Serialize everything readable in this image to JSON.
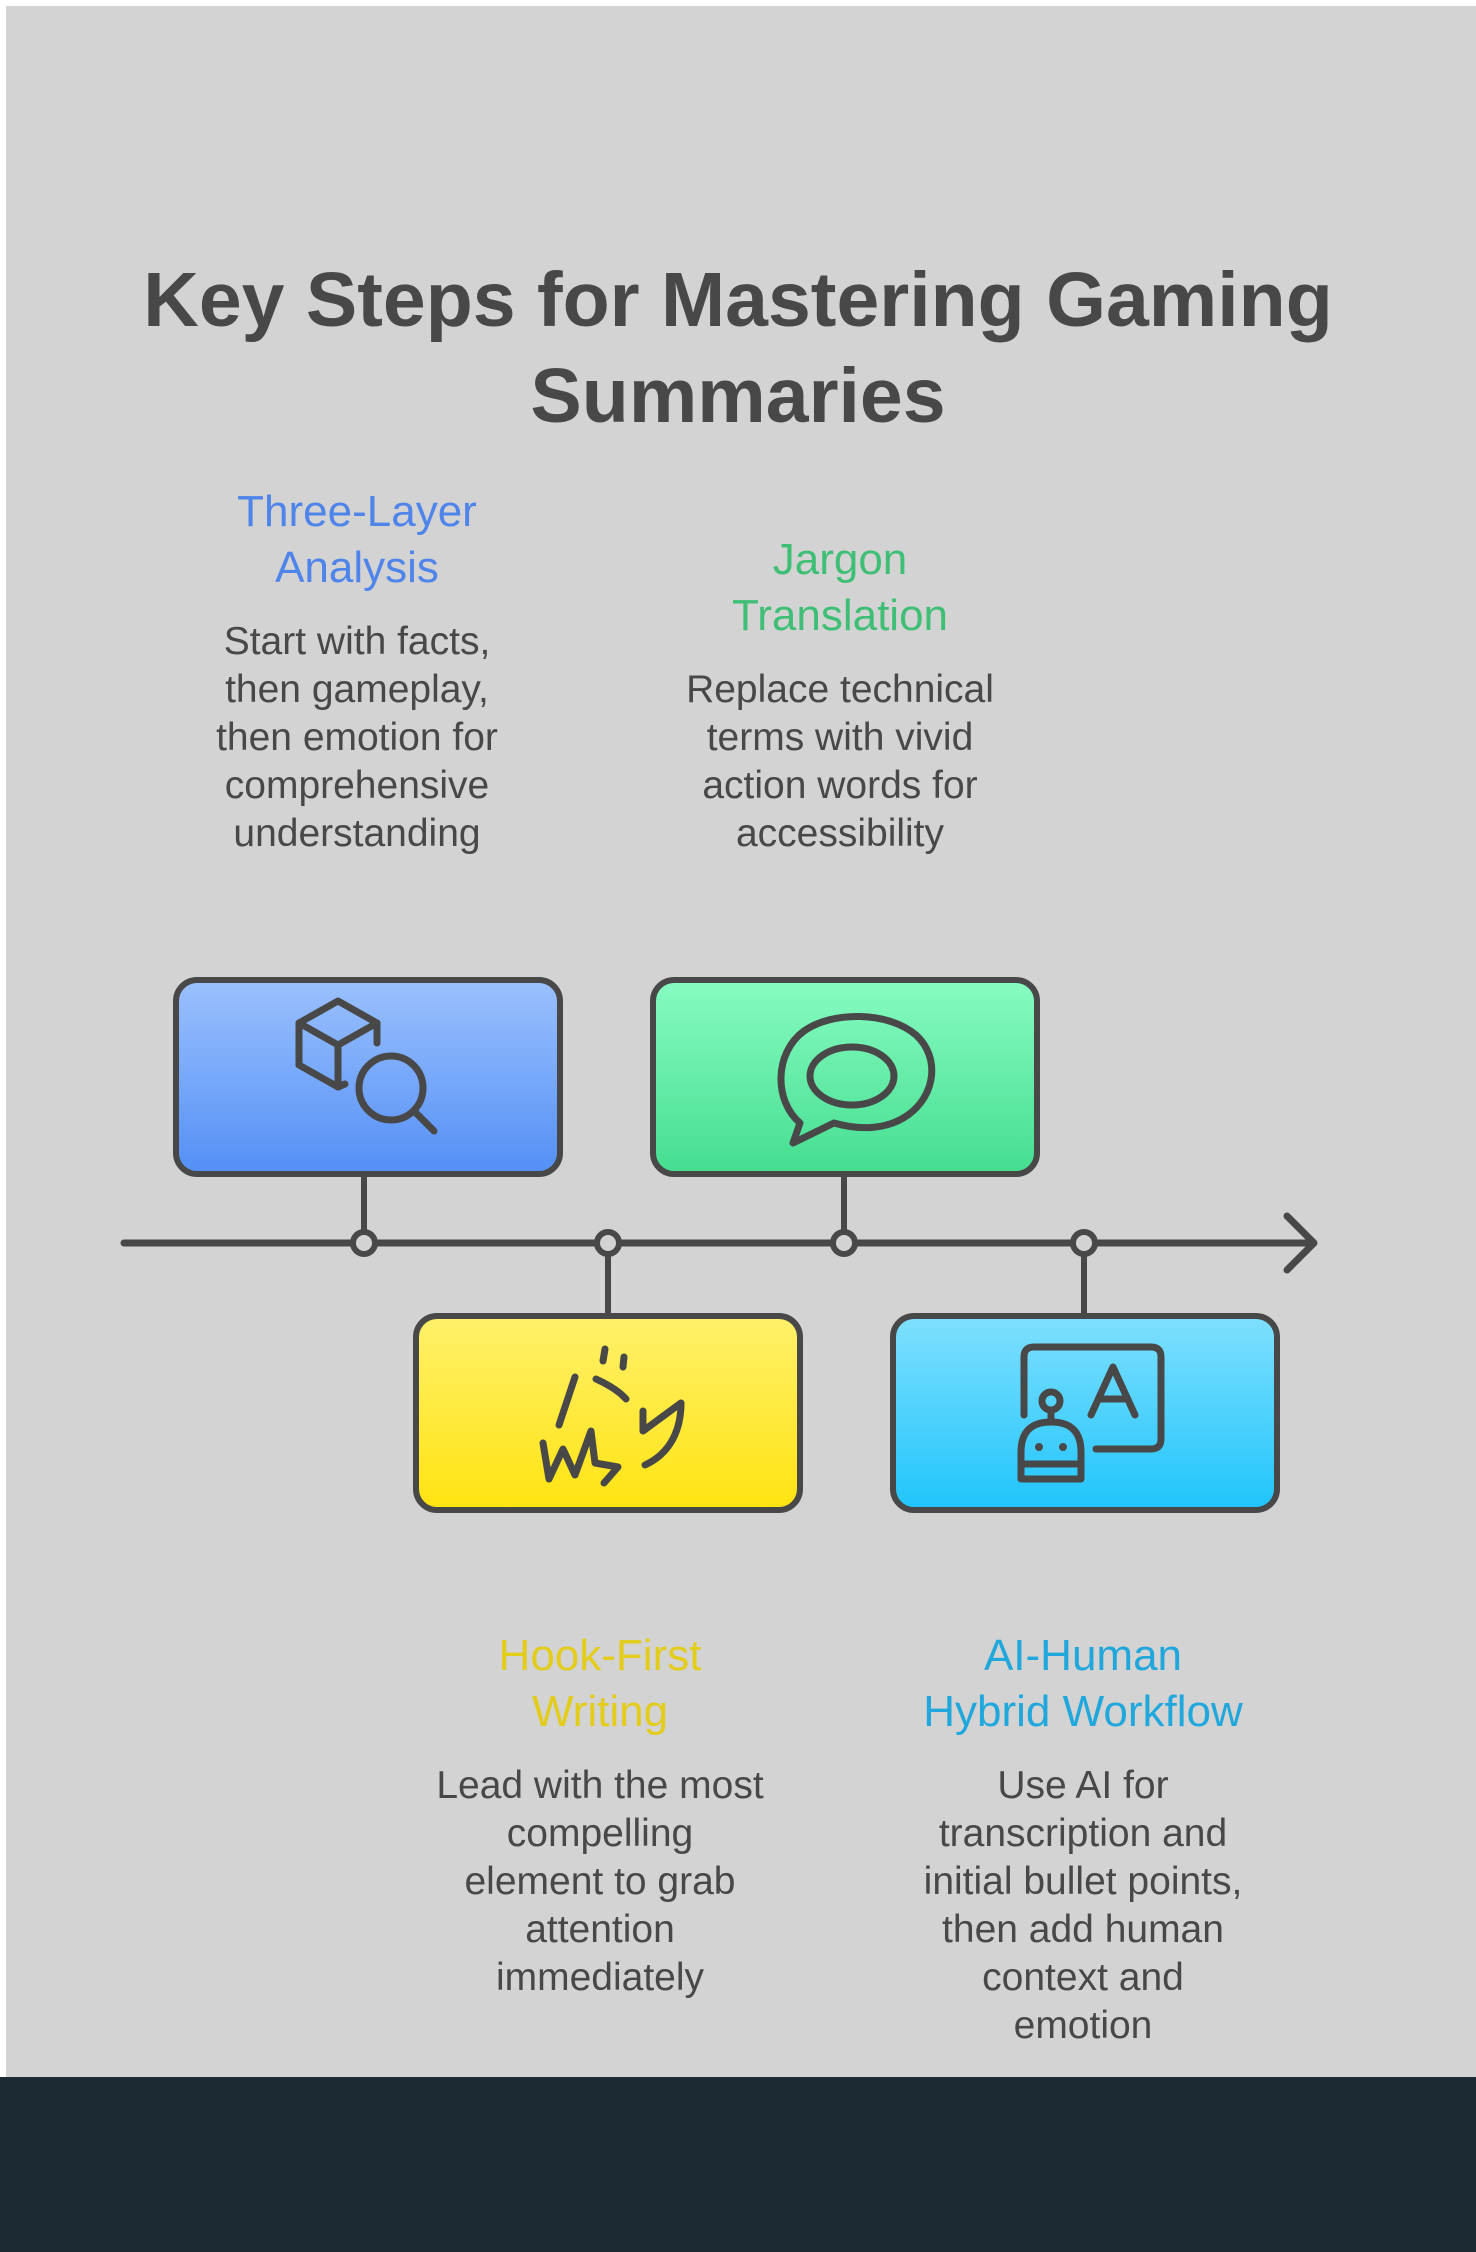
{
  "title": {
    "lines": [
      "Key Steps for Mastering Gaming",
      "Summaries"
    ]
  },
  "colors": {
    "background": "#d3d3d3",
    "text": "#484848",
    "outline": "#484848",
    "footer": "#1b2a33",
    "step1_accent": "#4f84ea",
    "step2_accent": "#3fbf76",
    "step3_accent": "#e3cc1a",
    "step4_accent": "#20a7dc"
  },
  "steps": [
    {
      "heading": [
        "Three-Layer",
        "Analysis"
      ],
      "description": [
        "Start with facts,",
        "then gameplay,",
        "then emotion for",
        "comprehensive",
        "understanding"
      ],
      "icon": "cube-search-icon",
      "position": "above"
    },
    {
      "heading": [
        "Jargon",
        "Translation"
      ],
      "description": [
        "Replace technical",
        "terms with vivid",
        "action words for",
        "accessibility"
      ],
      "icon": "speech-bubble-icon",
      "position": "above"
    },
    {
      "heading": [
        "Hook-First",
        "Writing"
      ],
      "description": [
        "Lead with the most",
        "compelling",
        "element to grab",
        "attention",
        "immediately"
      ],
      "icon": "sound-effect-icon",
      "position": "below"
    },
    {
      "heading": [
        "AI-Human",
        "Hybrid Workflow"
      ],
      "description": [
        "Use AI for",
        "transcription and",
        "initial bullet points,",
        "then add human",
        "context and",
        "emotion"
      ],
      "icon": "robot-translate-icon",
      "position": "below"
    }
  ]
}
